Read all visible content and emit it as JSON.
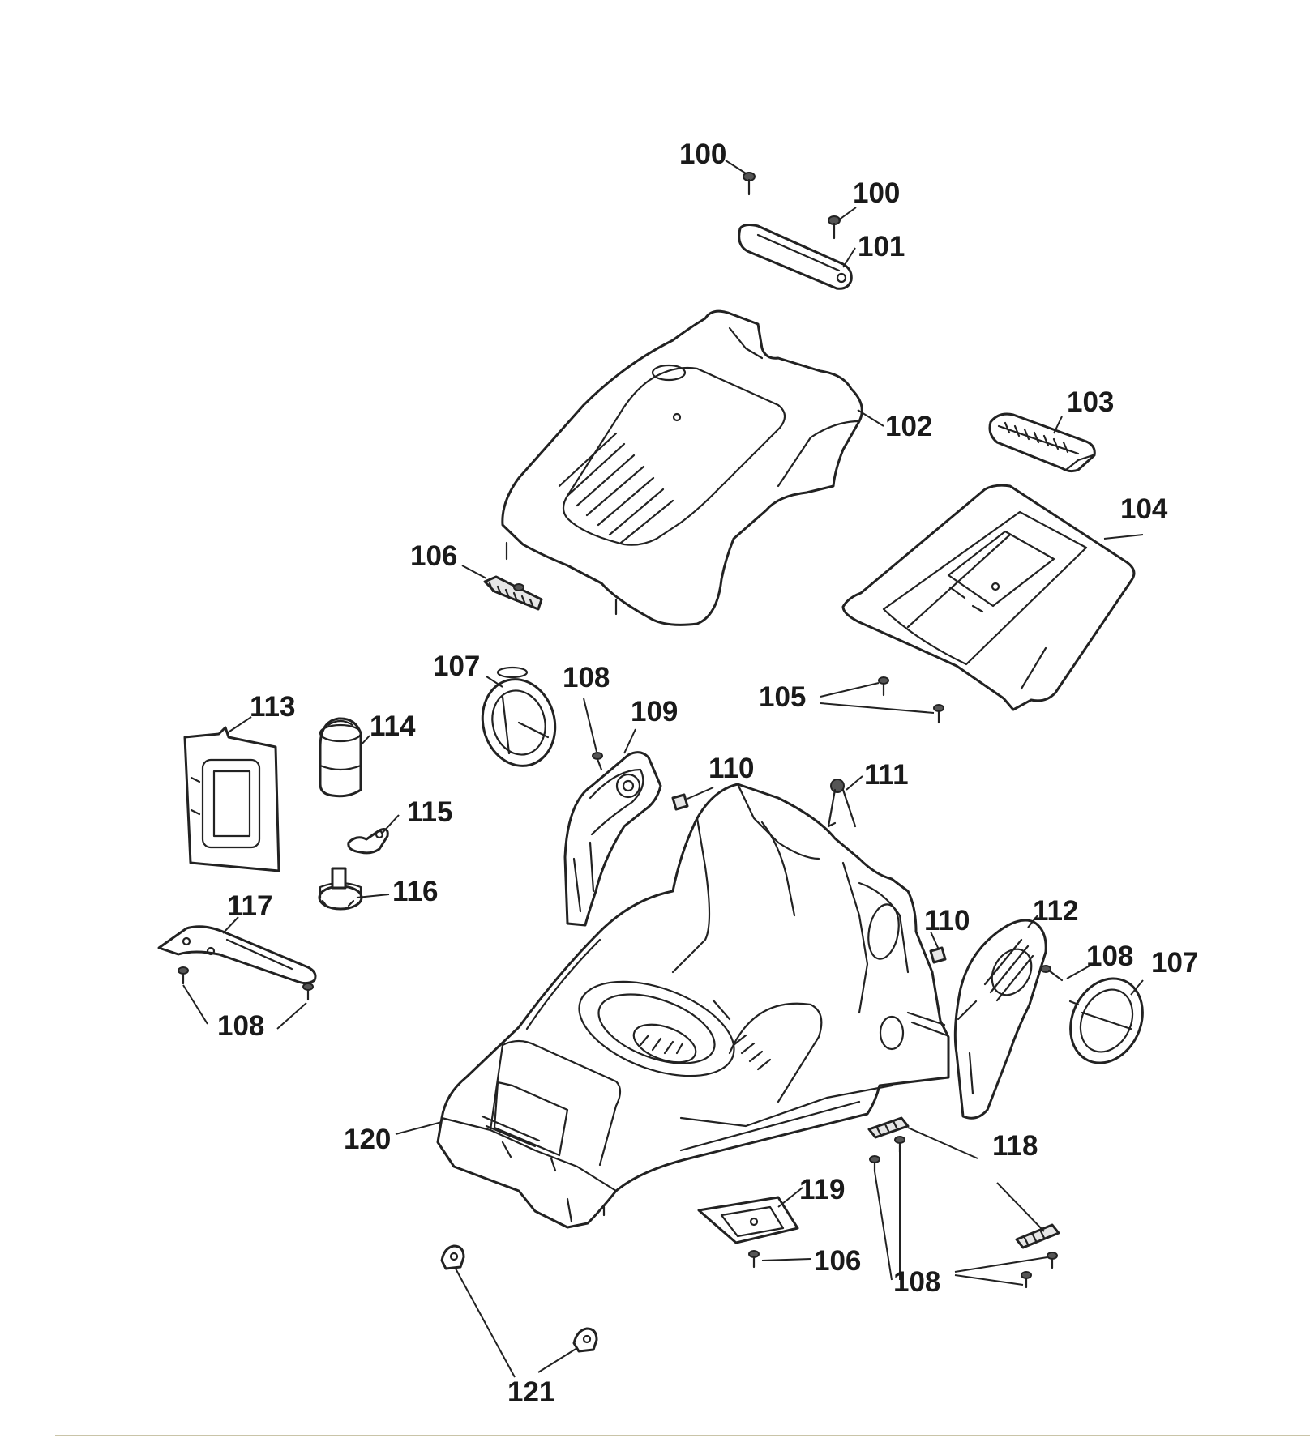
{
  "callouts": {
    "c100a": "100",
    "c100b": "100",
    "c101": "101",
    "c102": "102",
    "c103": "103",
    "c104": "104",
    "c105": "105",
    "c106a": "106",
    "c106b": "106",
    "c107a": "107",
    "c107b": "107",
    "c108a": "108",
    "c108b": "108",
    "c108c": "108",
    "c108d": "108",
    "c109": "109",
    "c110a": "110",
    "c110b": "110",
    "c111": "111",
    "c112": "112",
    "c113": "113",
    "c114": "114",
    "c115": "115",
    "c116": "116",
    "c117": "117",
    "c118": "118",
    "c119": "119",
    "c120": "120",
    "c121": "121"
  },
  "colors": {
    "line": "#222222",
    "background": "#ffffff",
    "footer_rule": "#c9c4a8"
  }
}
